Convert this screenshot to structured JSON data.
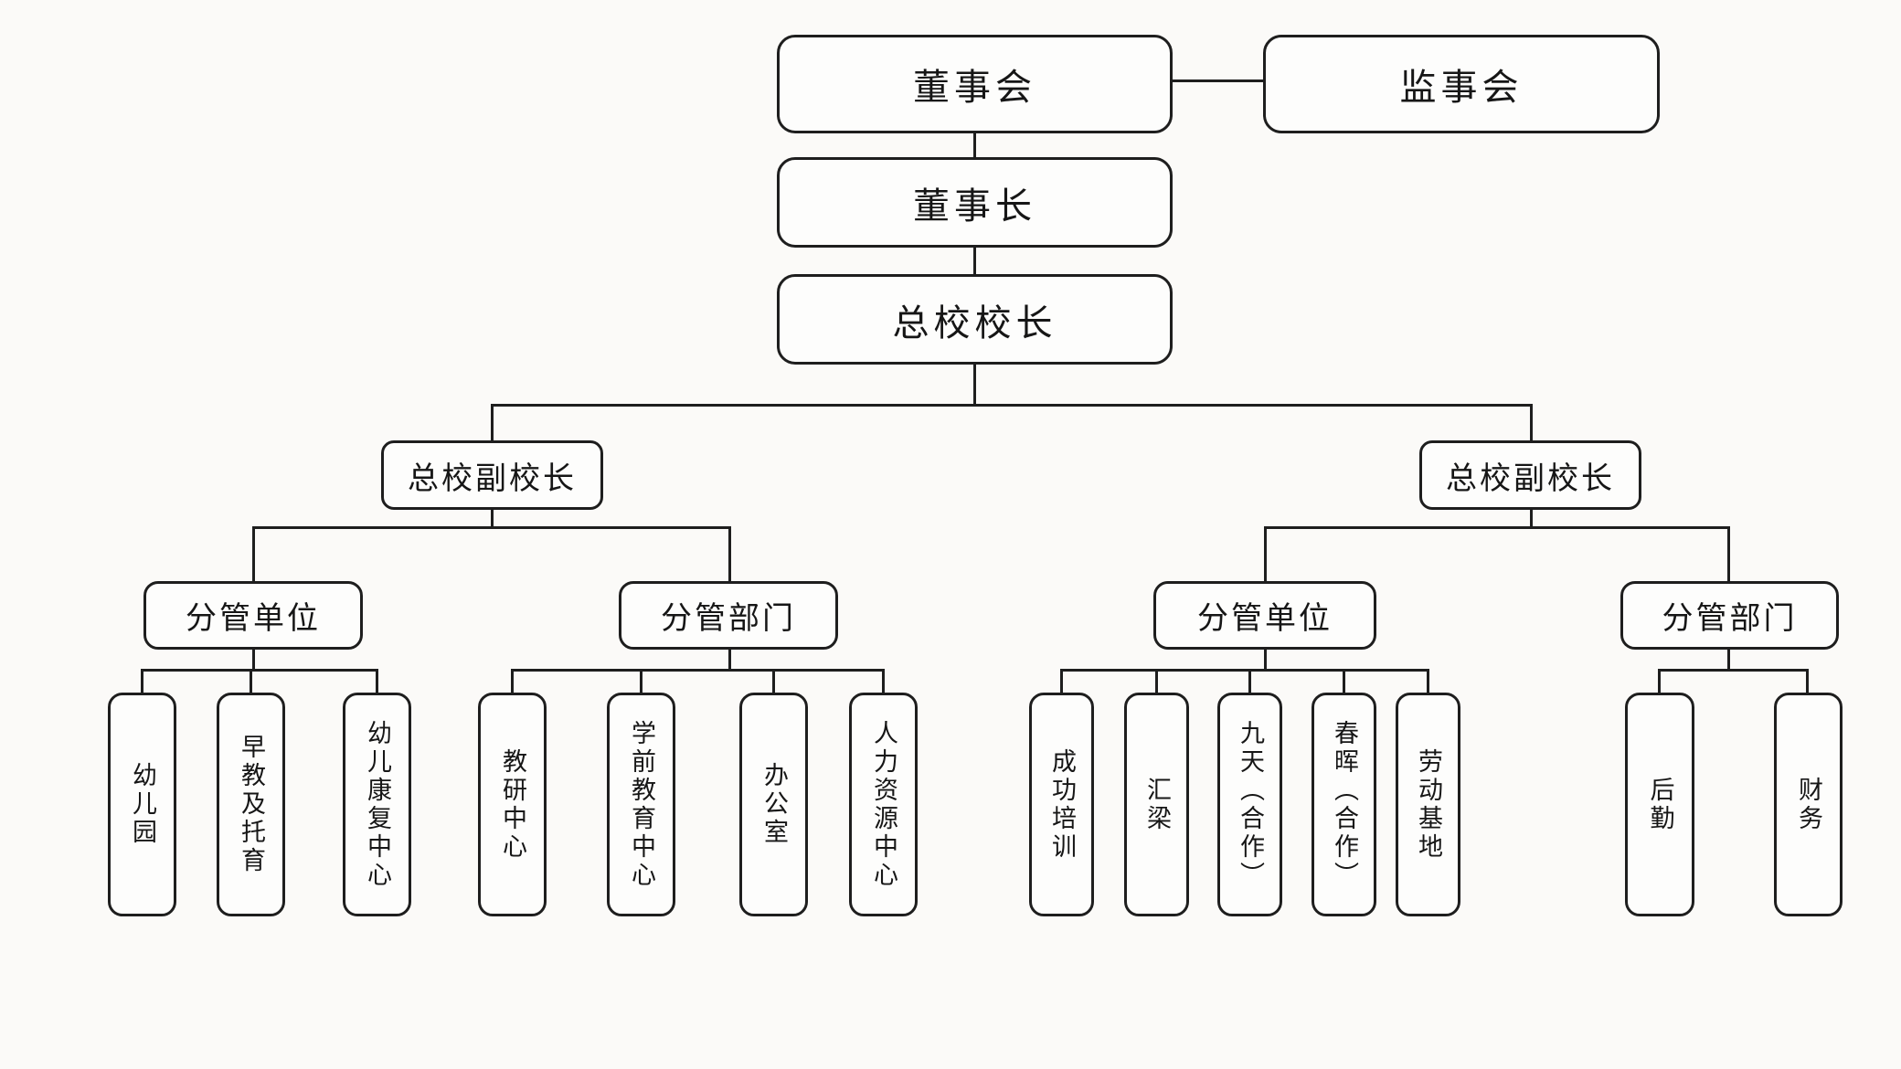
{
  "diagram": {
    "type": "organization-chart",
    "background_color": "#fbfaf8",
    "line_color": "#1e1e1e",
    "nodes": {
      "board": "董事会",
      "supervisory_board": "监事会",
      "chairman": "董事长",
      "head_principal": "总校校长",
      "vice_principal_left": "总校副校长",
      "vice_principal_right": "总校副校长",
      "units_left": "分管单位",
      "departments_left": "分管部门",
      "units_right": "分管单位",
      "departments_right": "分管部门",
      "kindergarten": "幼儿园",
      "early_education_childcare": "早教及托育",
      "child_rehab_center": "幼儿康复中心",
      "teaching_research_center": "教研中心",
      "preschool_education_center": "学前教育中心",
      "office": "办公室",
      "hr_center": "人力资源中心",
      "chenggong_training": "成功培训",
      "huiliang": "汇梁",
      "jiutian_cooperation": "九天（合作）",
      "chunhui_cooperation": "春晖（合作）",
      "labor_base": "劳动基地",
      "logistics": "后勤",
      "finance": "财务"
    },
    "edges": [
      "board - supervisory_board",
      "board - chairman",
      "chairman - head_principal",
      "head_principal - vice_principal_left",
      "head_principal - vice_principal_right",
      "vice_principal_left - units_left",
      "vice_principal_left - departments_left",
      "units_left - kindergarten",
      "units_left - early_education_childcare",
      "units_left - child_rehab_center",
      "departments_left - teaching_research_center",
      "departments_left - preschool_education_center",
      "departments_left - office",
      "departments_left - hr_center",
      "vice_principal_right - units_right",
      "vice_principal_right - departments_right",
      "units_right - chenggong_training",
      "units_right - huiliang",
      "units_right - jiutian_cooperation",
      "units_right - chunhui_cooperation",
      "units_right - labor_base",
      "departments_right - logistics",
      "departments_right - finance"
    ]
  }
}
